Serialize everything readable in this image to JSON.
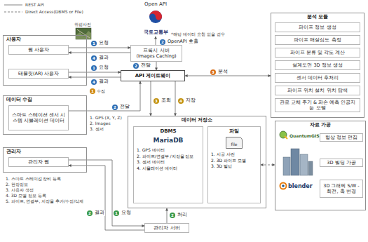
{
  "diagram": {
    "nodes": [
      {
        "text": [
          "Open API",
          "국토교통부"
        ]
      },
      {
        "text": [
          "사용자"
        ]
      },
      {
        "text": [
          "웹 사용자"
        ],
        "in": 1
      },
      {
        "text": [
          "태블릿(AR) 사용자"
        ],
        "in": 1
      },
      {
        "text": [
          "프록시 서버",
          "(Images Caching)"
        ]
      },
      {
        "text": [
          "API 게이트웨이"
        ]
      },
      {
        "text": [
          "데이터 수집"
        ]
      },
      {
        "text": [
          "스마트 스테이션 센서 시스템 시뮬레이션 데이터"
        ],
        "in": 6
      },
      {
        "text": [
          "관리자"
        ]
      },
      {
        "text": [
          "관리자 웹"
        ],
        "in": 8
      },
      {
        "text": [
          "분석 모듈"
        ]
      },
      {
        "text": [
          "파이프 정보 생성"
        ],
        "in": 10
      },
      {
        "text": [
          "파이프 매설심도 측정"
        ],
        "in": 10
      },
      {
        "text": [
          "파이프 분류 및 각도 계산"
        ],
        "in": 10
      },
      {
        "text": [
          "설계도면 3D 정보 생성"
        ],
        "in": 10
      },
      {
        "text": [
          "센서 데이터 후처리"
        ],
        "in": 10
      },
      {
        "text": [
          "파이프 위치 설치 위치 탐색"
        ],
        "in": 10
      },
      {
        "text": [
          "관로 교체 주기 & 파손 예측 인공지능 모델"
        ],
        "in": 10
      },
      {
        "text": [
          "데이터 저장소"
        ]
      },
      {
        "text": [
          "DBMS",
          "MariaDB",
          "1. GPS 데이터",
          "2. 파이프/연결부 /지장물 정보",
          "3. 센서 데이터",
          "4. 시뮬레이션 데이터"
        ],
        "in": 18
      },
      {
        "text": [
          "파일",
          "file",
          "1. 시공 사진",
          "2. 3D 파이프 모델",
          "3. 3D 빌딩"
        ],
        "in": 18
      },
      {
        "text": [
          "자료 가공"
        ]
      },
      {
        "text": [
          "형상 정보 편집"
        ],
        "in": 21
      },
      {
        "text": [
          "3D 빌딩 가공"
        ],
        "in": 21
      },
      {
        "text": [
          "3D 그래픽 S/W - 회전, 축 변경"
        ],
        "in": 21
      },
      {
        "text": [
          "관리자 서버"
        ]
      }
    ],
    "edges": [
      {
        "from": 2,
        "to": 4,
        "label": "요청",
        "arrow": "to"
      },
      {
        "from": 4,
        "to": 2,
        "label": "결과",
        "arrow": "to"
      },
      {
        "from": 3,
        "to": 5,
        "label": "요청",
        "arrow": "to"
      },
      {
        "from": 5,
        "to": 3,
        "label": "결과",
        "arrow": "to"
      },
      {
        "from": 4,
        "to": 0,
        "label": "OpenAPI 호출",
        "arrow": "to"
      },
      {
        "from": 4,
        "to": 5,
        "label": "전달",
        "arrow": "to"
      },
      {
        "from": 7,
        "to": 5,
        "label": "전달",
        "arrow": "to"
      },
      {
        "from": 5,
        "to": 10,
        "label": "분석",
        "arrow": "both"
      },
      {
        "from": 5,
        "to": 18,
        "label": "조회",
        "arrow": "to"
      },
      {
        "from": 5,
        "to": 18,
        "label": "저장",
        "arrow": "to"
      },
      {
        "from": 9,
        "to": 25,
        "label": "요청",
        "arrow": "to"
      },
      {
        "from": 25,
        "to": 9,
        "label": "결과",
        "arrow": "to"
      },
      {
        "from": 25,
        "to": 18,
        "label": "처리",
        "arrow": "to"
      },
      {
        "from": 20,
        "to": 21,
        "arrow": "both"
      }
    ],
    "labels": [
      "위성사진",
      "*해당 데이터 요청 없을 경우",
      "1. GPS (X, Y, Z)",
      "2. Images",
      "3. 센서",
      "수집",
      "1. 스마트 스테이션 장비 등록",
      "2. 현장정보",
      "3. 사용자 생성",
      "4. 3D 모델 정보 등록",
      "5. 파이프, 연결부, 지장물 추가/수정/삭제",
      "QuantumGIS",
      "blender",
      "1",
      "4",
      "1",
      "4",
      "2",
      "2",
      "2",
      "1",
      "3",
      "3",
      "4",
      "1",
      "2",
      "2"
    ],
    "legend": [
      {
        "text": "REST API"
      },
      {
        "text": "Direct Access(DBMS or File)"
      }
    ]
  }
}
